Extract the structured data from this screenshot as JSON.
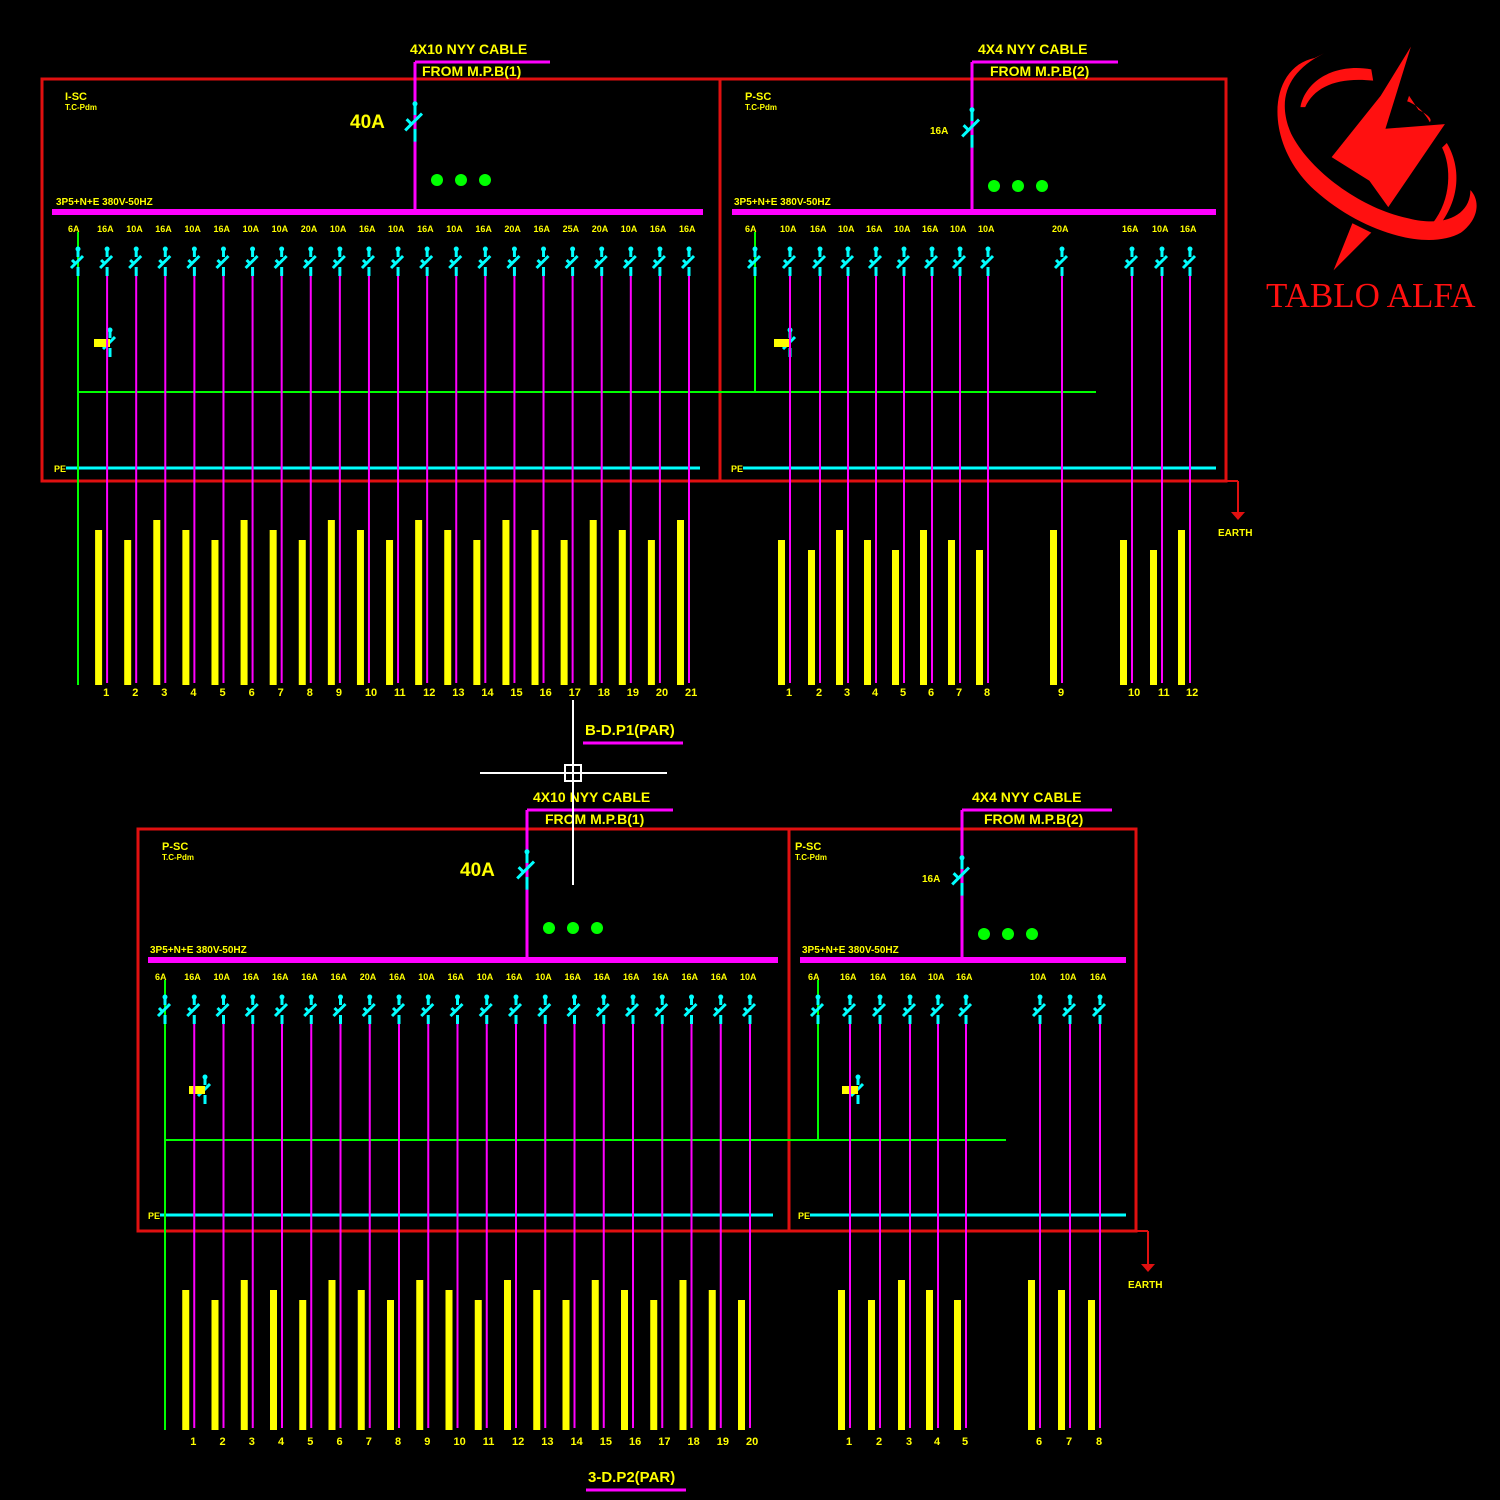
{
  "logo": {
    "brand": "TABLO ALFA"
  },
  "colors": {
    "frame": "#e01010",
    "busbar": "#ff00ff",
    "breaker": "#00ffff",
    "earth": "#00ff00",
    "text": "#ffff00",
    "cursor": "#ffffff",
    "logo": "#ff1010"
  },
  "panels": [
    {
      "footer": "B-D.P1(PAR)",
      "earth_label": "EARTH",
      "sections": [
        {
          "cable": "4X10 NYY CABLE",
          "from": "FROM M.P.B(1)",
          "main_breaker": "40A",
          "title": "I-SC",
          "subtitle": "T.C-Pdm",
          "bus_label": "3P5+N+E 380V-50HZ",
          "pe": "PE",
          "ratings": [
            "6A",
            "16A",
            "10A",
            "16A",
            "10A",
            "16A",
            "10A",
            "10A",
            "20A",
            "10A",
            "16A",
            "10A",
            "16A",
            "10A",
            "16A",
            "20A",
            "16A",
            "25A",
            "20A",
            "10A",
            "16A",
            "16A"
          ],
          "numbers": [
            "1",
            "2",
            "3",
            "4",
            "5",
            "6",
            "7",
            "8",
            "9",
            "10",
            "11",
            "12",
            "13",
            "14",
            "15",
            "16",
            "17",
            "18",
            "19",
            "20",
            "21"
          ]
        },
        {
          "cable": "4X4 NYY CABLE",
          "from": "FROM M.P.B(2)",
          "main_breaker": "16A",
          "title": "P-SC",
          "subtitle": "T.C-Pdm",
          "bus_label": "3P5+N+E 380V-50HZ",
          "pe": "PE",
          "ratings": [
            "6A",
            "10A",
            "16A",
            "10A",
            "16A",
            "10A",
            "16A",
            "10A",
            "10A",
            "20A",
            "16A",
            "10A",
            "16A"
          ],
          "numbers": [
            "1",
            "2",
            "3",
            "4",
            "5",
            "6",
            "7",
            "8",
            "9",
            "10",
            "11",
            "12"
          ]
        }
      ]
    },
    {
      "footer": "3-D.P2(PAR)",
      "earth_label": "EARTH",
      "sections": [
        {
          "cable": "4X10 NYY CABLE",
          "from": "FROM M.P.B(1)",
          "main_breaker": "40A",
          "title": "P-SC",
          "subtitle": "T.C-Pdm",
          "bus_label": "3P5+N+E 380V-50HZ",
          "pe": "PE",
          "ratings": [
            "6A",
            "16A",
            "10A",
            "16A",
            "16A",
            "16A",
            "16A",
            "20A",
            "16A",
            "10A",
            "16A",
            "10A",
            "16A",
            "10A",
            "16A",
            "16A",
            "16A",
            "16A",
            "16A",
            "16A",
            "10A"
          ],
          "numbers": [
            "1",
            "2",
            "3",
            "4",
            "5",
            "6",
            "7",
            "8",
            "9",
            "10",
            "11",
            "12",
            "13",
            "14",
            "15",
            "16",
            "17",
            "18",
            "19",
            "20"
          ]
        },
        {
          "cable": "4X4 NYY CABLE",
          "from": "FROM M.P.B(2)",
          "main_breaker": "16A",
          "title": "P-SC",
          "subtitle": "T.C-Pdm",
          "bus_label": "3P5+N+E 380V-50HZ",
          "pe": "PE",
          "ratings": [
            "6A",
            "16A",
            "16A",
            "16A",
            "10A",
            "16A",
            "10A",
            "10A",
            "16A"
          ],
          "numbers": [
            "1",
            "2",
            "3",
            "4",
            "5",
            "6",
            "7",
            "8"
          ]
        }
      ]
    }
  ]
}
